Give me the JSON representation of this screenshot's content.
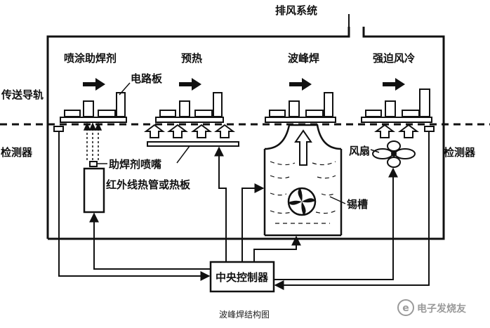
{
  "labels": {
    "exhaust": "排风系统",
    "flux_spray": "喷涂助焊剂",
    "pcb": "电路板",
    "preheat": "预热",
    "wave": "波峰焊",
    "forced_cool": "强迫风冷",
    "conveyor": "传送导轨",
    "detector_left": "检测器",
    "detector_right": "检测器",
    "flux_nozzle": "助焊剂喷嘴",
    "heater": "红外线热管或热板",
    "fan": "风扇",
    "solder_tank": "锡槽",
    "controller": "中央控制器"
  },
  "caption": "波峰焊结构图",
  "watermark": {
    "icon_text": "e",
    "text": "电子发烧友"
  },
  "colors": {
    "ink": "#111111",
    "background": "#ffffff",
    "watermark": "#9a9a9a"
  }
}
